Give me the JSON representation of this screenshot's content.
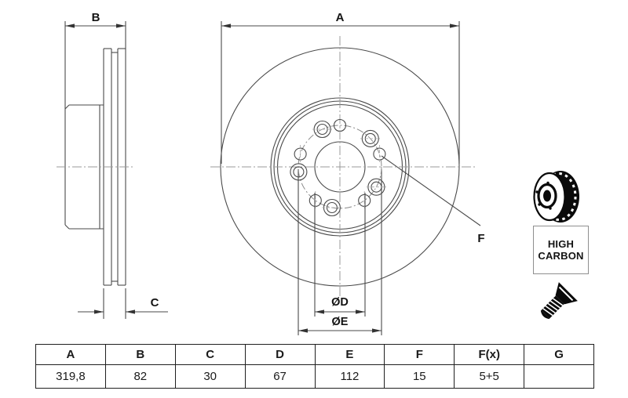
{
  "labels": {
    "a": "A",
    "b": "B",
    "c": "C",
    "f": "F",
    "dia_d": "ØD",
    "dia_e": "ØE"
  },
  "badges": {
    "high_carbon_line1": "HIGH",
    "high_carbon_line2": "CARBON"
  },
  "icons": {
    "disc_icon": "brake-disc-3d-icon",
    "screw_icon": "countersunk-screw-icon"
  },
  "table": {
    "headers": [
      "A",
      "B",
      "C",
      "D",
      "E",
      "F",
      "F(x)",
      "G"
    ],
    "values": [
      "319,8",
      "82",
      "30",
      "67",
      "112",
      "15",
      "5+5",
      ""
    ]
  },
  "colors": {
    "line": "#4a4a4a",
    "centerline": "#9a9a9a",
    "bolt_circle": "#8a8a8a",
    "text": "#141414",
    "table_border": "#1f1f1f",
    "icon": "#0a0a0a",
    "background": "#ffffff"
  }
}
